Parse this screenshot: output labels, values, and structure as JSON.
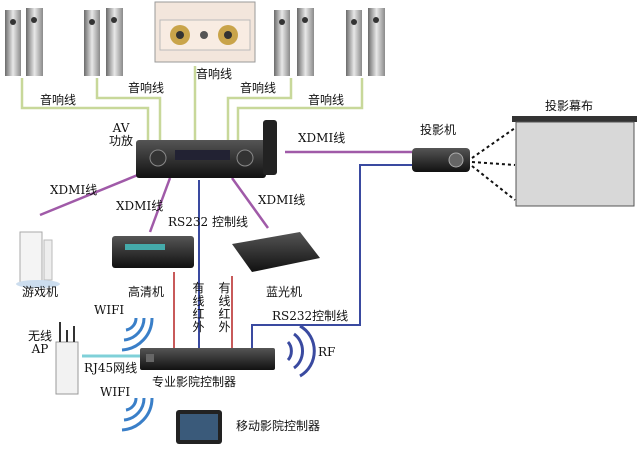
{
  "labels": {
    "speaker_wire": "音响线",
    "av_receiver": "AV功放",
    "projector": "投影机",
    "screen": "投影幕布",
    "hdmi": "XDMI线",
    "game_console": "游戏机",
    "hd_player": "高清机",
    "bluray": "蓝光机",
    "rs232": "RS232 控制线",
    "rs232_b": "RS232控制线",
    "ir_wire": "有线红外",
    "wifi": "WIFI",
    "wireless_ap": "无线AP",
    "rj45": "RJ45网线",
    "rf": "RF",
    "controller": "专业影院控制器",
    "mobile_controller": "移动影院控制器"
  },
  "colors": {
    "speaker_line": "#c8d89a",
    "hdmi_line": "#a05aa8",
    "rs232_line": "#3a4aa0",
    "ir_line": "#c85a5a",
    "rj45_line": "#7fd0d8",
    "wifi_arc": "#3a7fc8"
  }
}
